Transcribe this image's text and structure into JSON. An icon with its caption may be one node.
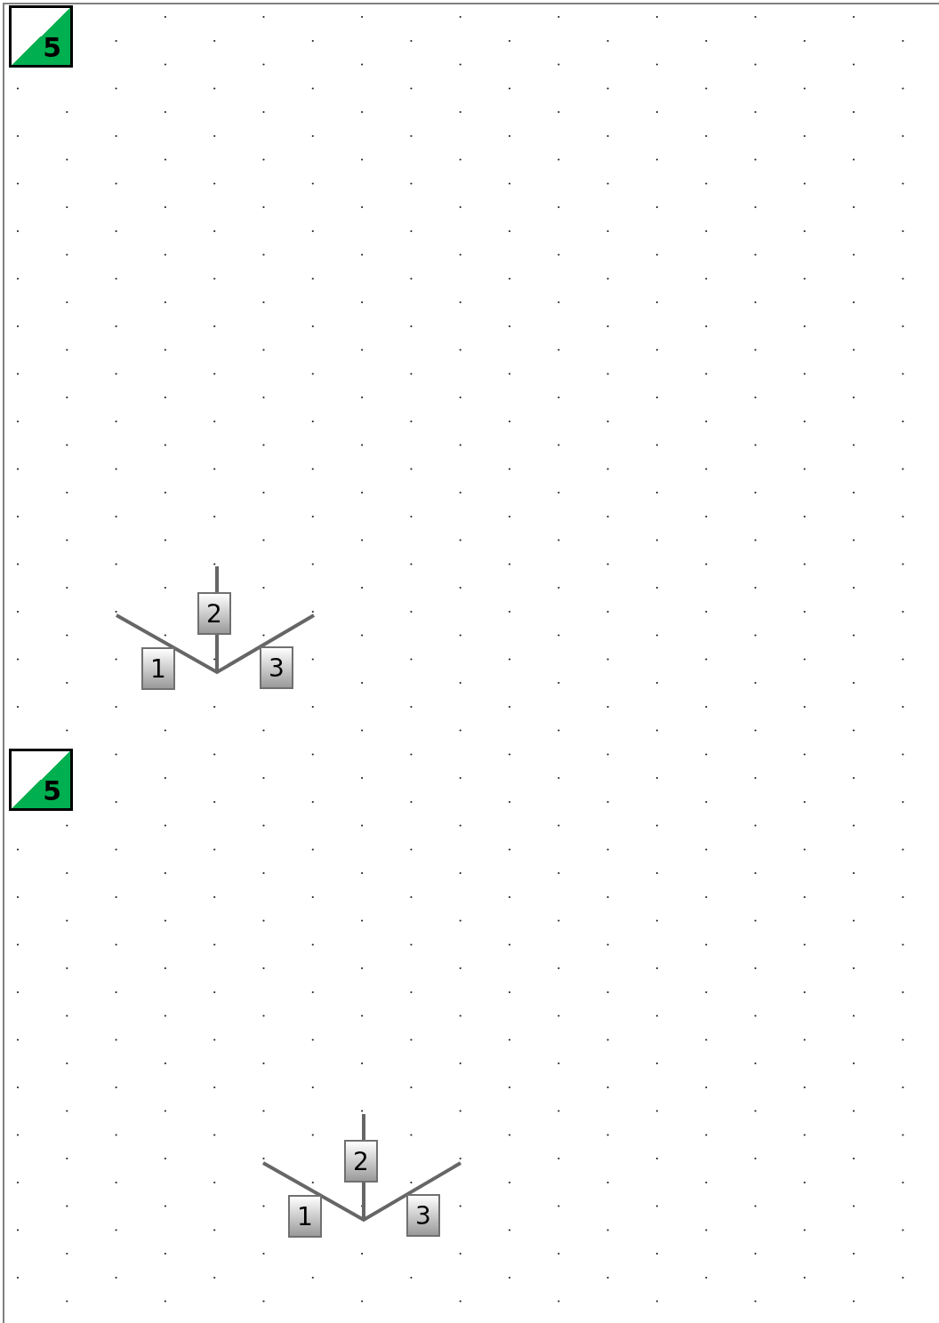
{
  "diagram": {
    "labels": [
      "5",
      "2",
      "1",
      "3",
      "5",
      "2",
      "1",
      "3"
    ]
  }
}
